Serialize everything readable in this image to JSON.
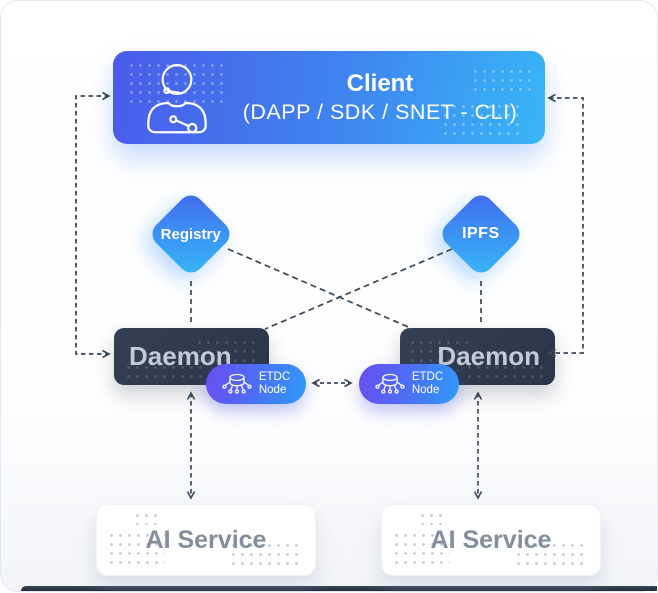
{
  "diagram": {
    "kind": "architecture-flow",
    "line_color": "#3b4859",
    "line_style": "dashed"
  },
  "nodes": {
    "client": {
      "title": "Client",
      "subtitle": "(DAPP / SDK / SNET - CLI)",
      "icon": "support-person-icon",
      "gradient": [
        "#4a5be9",
        "#38b6f7"
      ]
    },
    "registry": {
      "label": "Registry",
      "shape": "diamond",
      "gradient": [
        "#4468ef",
        "#36b8f8"
      ]
    },
    "ipfs": {
      "label": "IPFS",
      "shape": "diamond",
      "gradient": [
        "#4468ef",
        "#36b8f8"
      ]
    },
    "daemon_left": {
      "label": "Daemon",
      "color": "#2e3a4e"
    },
    "daemon_right": {
      "label": "Daemon",
      "color": "#2e3a4e"
    },
    "etdc_left": {
      "line1": "ETDC",
      "line2": "Node",
      "icon": "node-cluster-icon",
      "gradient": [
        "#6a4ef0",
        "#2f9bf8"
      ]
    },
    "etdc_right": {
      "line1": "ETDC",
      "line2": "Node",
      "icon": "node-cluster-icon",
      "gradient": [
        "#6a4ef0",
        "#2f9bf8"
      ]
    },
    "ai_left": {
      "label": "AI Service"
    },
    "ai_right": {
      "label": "AI Service"
    }
  },
  "edges": [
    {
      "from": "client",
      "to": "daemon_left",
      "arrows": "both",
      "route": "left-bracket"
    },
    {
      "from": "client",
      "to": "daemon_right",
      "arrows": "both",
      "route": "right-bracket"
    },
    {
      "from": "registry",
      "to": "daemon_left",
      "arrows": "none",
      "route": "vertical"
    },
    {
      "from": "ipfs",
      "to": "daemon_right",
      "arrows": "none",
      "route": "vertical"
    },
    {
      "from": "registry",
      "to": "daemon_right",
      "arrows": "none",
      "route": "diagonal"
    },
    {
      "from": "ipfs",
      "to": "daemon_left",
      "arrows": "none",
      "route": "diagonal"
    },
    {
      "from": "etdc_left",
      "to": "etdc_right",
      "arrows": "both",
      "route": "horizontal"
    },
    {
      "from": "daemon_left",
      "to": "ai_left",
      "arrows": "both",
      "route": "vertical"
    },
    {
      "from": "daemon_right",
      "to": "ai_right",
      "arrows": "both",
      "route": "vertical"
    }
  ]
}
